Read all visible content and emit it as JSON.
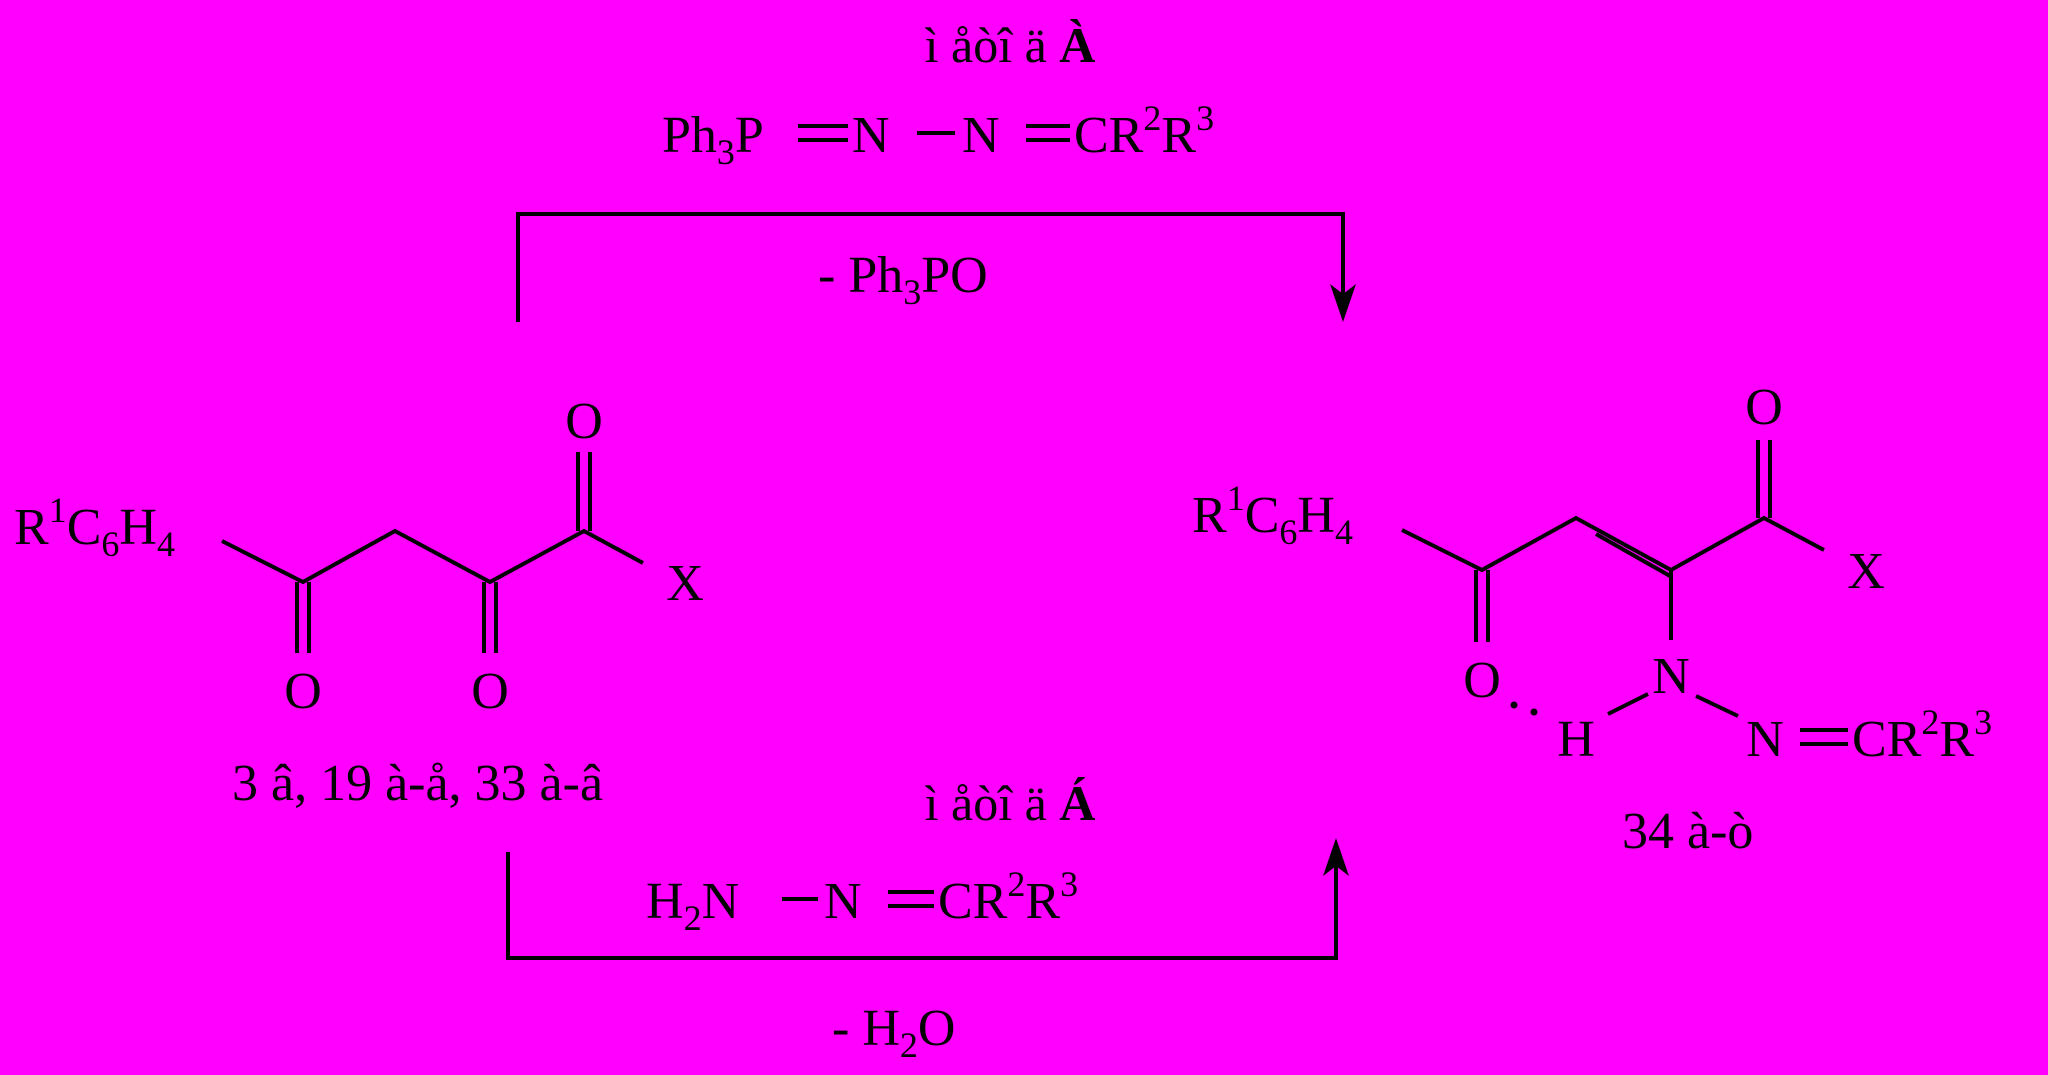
{
  "colors": {
    "background": "#ff00ff",
    "ink": "#000000"
  },
  "method_a": {
    "label": "ì åòî ä",
    "letter": "À",
    "reagent": {
      "ph": "Ph",
      "sub3": "3",
      "p": "P",
      "n1": "N",
      "n2": "N",
      "cr": "CR",
      "sup2": "2",
      "r": "R",
      "sup3": "3"
    },
    "byproduct": {
      "prefix": "- Ph",
      "sub3": "3",
      "suffix": "PO"
    }
  },
  "method_b": {
    "label": "ì åòî ä",
    "letter": "Á",
    "reagent": {
      "h": "H",
      "sub2": "2",
      "n1": "N",
      "n2": "N",
      "cr": "CR",
      "sup2": "2",
      "r": "R",
      "sup3": "3"
    },
    "byproduct": {
      "prefix": "- H",
      "sub2": "2",
      "suffix": "O"
    }
  },
  "left_compound": {
    "r1": {
      "r": "R",
      "sup1": "1",
      "c": "C",
      "sub6": "6",
      "h": "H",
      "sub4": "4"
    },
    "atoms": {
      "o_top": "O",
      "x": "X",
      "o_bottom_1": "O",
      "o_bottom_2": "O"
    },
    "caption": "3 â, 19 à-å, 33 à-â"
  },
  "right_compound": {
    "r1": {
      "r": "R",
      "sup1": "1",
      "c": "C",
      "sub6": "6",
      "h": "H",
      "sub4": "4"
    },
    "atoms": {
      "o_top": "O",
      "x": "X",
      "o_bottom": "O",
      "h": "H",
      "n1": "N",
      "n2": "N"
    },
    "tail": {
      "cr": "CR",
      "sup2": "2",
      "r": "R",
      "sup3": "3"
    },
    "caption": "34 à-ò"
  }
}
